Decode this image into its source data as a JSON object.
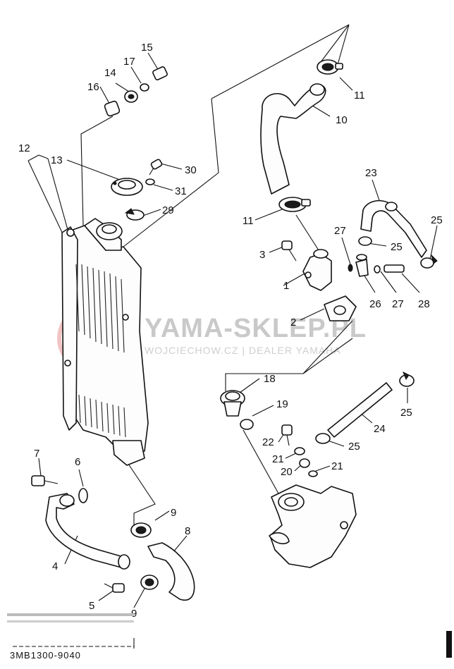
{
  "diagram": {
    "drawing_code": "3MB1300-9040",
    "watermark": {
      "brand": "YAMA-SKLEP.PL",
      "subline": "WOJCIECHOW.CZ | DEALER YAMAHA"
    },
    "callouts": {
      "n1": "1",
      "n2": "2",
      "n3": "3",
      "n4": "4",
      "n5": "5",
      "n6": "6",
      "n7": "7",
      "n8": "8",
      "n9a": "9",
      "n9b": "9",
      "n10": "10",
      "n11a": "11",
      "n11b": "11",
      "n12": "12",
      "n13": "13",
      "n14": "14",
      "n15": "15",
      "n16": "16",
      "n17": "17",
      "n18": "18",
      "n19": "19",
      "n20": "20",
      "n21a": "21",
      "n21b": "21",
      "n22": "22",
      "n23": "23",
      "n24": "24",
      "n25a": "25",
      "n25b": "25",
      "n25c": "25",
      "n25d": "25",
      "n26": "26",
      "n27a": "27",
      "n27b": "27",
      "n28": "28",
      "n29": "29",
      "n30": "30",
      "n31": "31"
    }
  }
}
